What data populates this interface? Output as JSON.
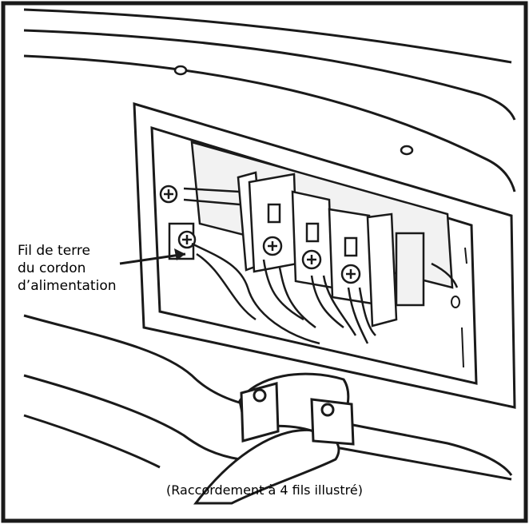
{
  "figure": {
    "callout": {
      "lines": [
        "Fil de terre",
        "du cordon",
        "d’alimentation"
      ]
    },
    "caption": "(Raccordement à 4 fils illustré)"
  },
  "colors": {
    "line": "#1a1a1a",
    "background": "#ffffff",
    "light_fill": "#f2f2f2"
  }
}
